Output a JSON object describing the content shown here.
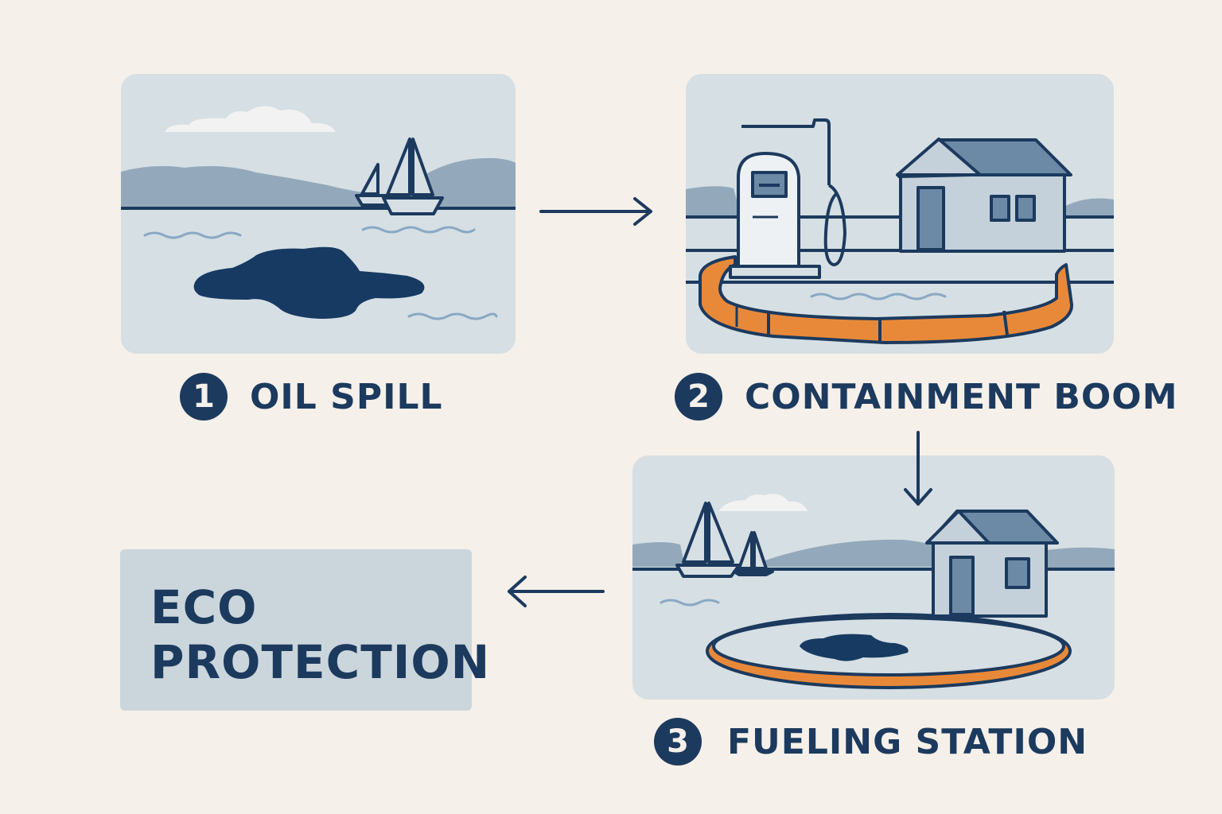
{
  "steps": [
    {
      "number": "1",
      "label": "OIL SPILL"
    },
    {
      "number": "2",
      "label": "CONTAINMENT BOOM"
    },
    {
      "number": "3",
      "label": "FUELING STATION"
    }
  ],
  "result": {
    "line1": "ECO",
    "line2": "PROTECTION"
  },
  "colors": {
    "background": "#f5f0e9",
    "panel": "#d6dfe3",
    "navy": "#1c3a5e",
    "hills": "#93a9bb",
    "boom_orange": "#e8893a",
    "house": "#c5d1da",
    "roof": "#6c8aa6",
    "oil": "#173a63",
    "wave": "#8aa8c4"
  },
  "icons": [
    "sailboat-icon",
    "oil-slick-icon",
    "fuel-pump-icon",
    "house-icon",
    "containment-boom-icon",
    "cloud-icon",
    "arrow-right-icon",
    "arrow-down-icon",
    "arrow-left-icon"
  ]
}
